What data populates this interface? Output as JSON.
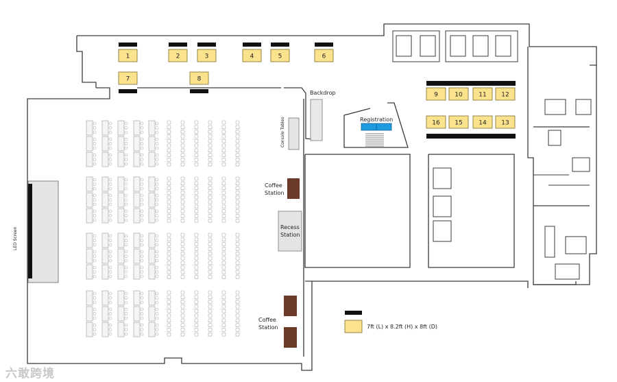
{
  "labels": {
    "led_screen": "LED Screen",
    "backdrop": "Backdrop",
    "console_tables": "Console Tables",
    "registration": "Registration",
    "coffee_station": [
      "Coffee",
      "Station"
    ],
    "recess_station": [
      "Recess",
      "Station"
    ],
    "legend_text": "7ft (L) x 8.2ft (H) x 8ft (D)"
  },
  "booths_top": [
    "1",
    "2",
    "3",
    "4",
    "5",
    "6",
    "7",
    "8"
  ],
  "booths_right": [
    "9",
    "10",
    "11",
    "12",
    "16",
    "15",
    "14",
    "13"
  ],
  "watermark": "六敢跨境",
  "colors": {
    "booth_fill": "#fbe38e",
    "booth_stroke": "#7a6a2a",
    "backdrop_bar": "#111111",
    "registration": "#1e9be0",
    "station_brown": "#6b3a28",
    "wall": "#3a3a3a",
    "screen_fill": "#e4e4e4"
  }
}
